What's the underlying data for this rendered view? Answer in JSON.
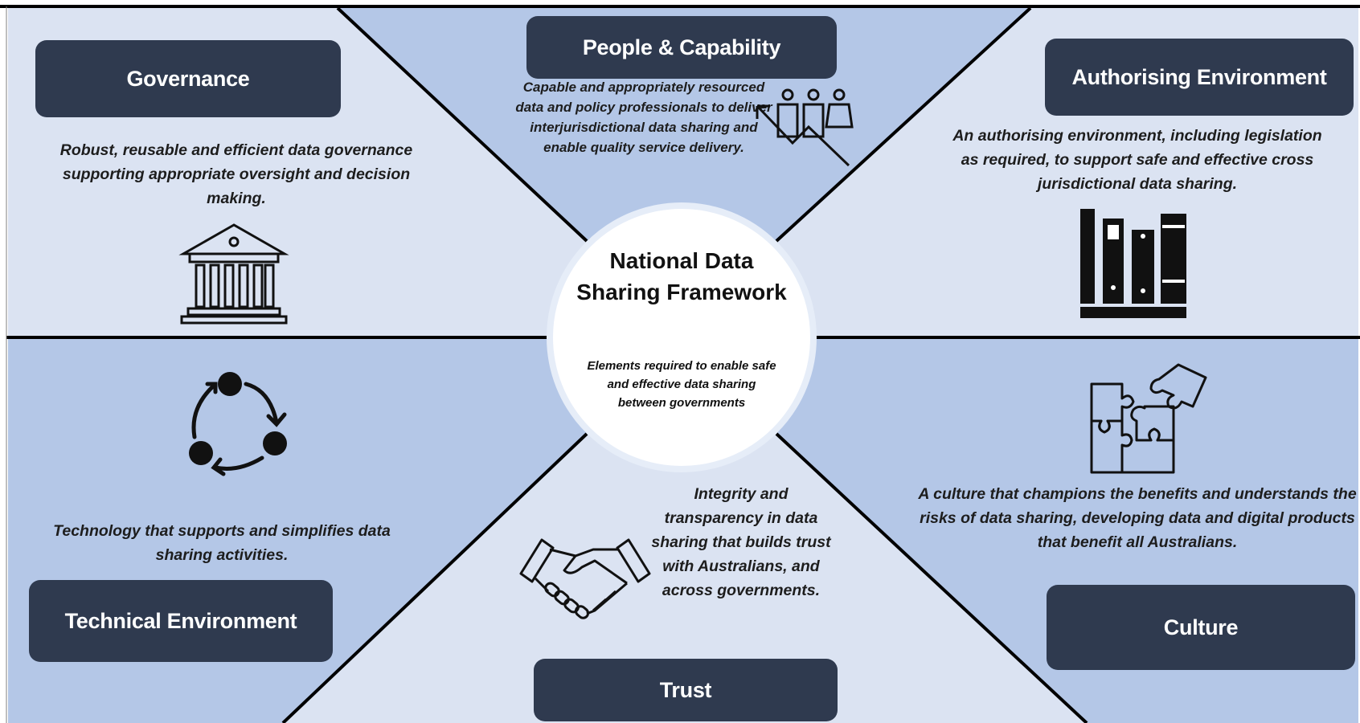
{
  "center": {
    "title": "National Data Sharing Framework",
    "subtitle": "Elements required to enable safe and effective data sharing between governments"
  },
  "elements": {
    "governance": {
      "title": "Governance",
      "description": "Robust, reusable and efficient data governance supporting appropriate oversight and decision making.",
      "icon": "government-building-icon"
    },
    "people_capability": {
      "title": "People & Capability",
      "description": "Capable and appropriately resourced data and policy professionals to deliver interjurisdictional data sharing and enable quality service delivery.",
      "icon": "people-growth-icon"
    },
    "authorising_environment": {
      "title": "Authorising Environment",
      "description": "An authorising environment, including legislation as required, to support safe and effective cross jurisdictional data sharing.",
      "icon": "books-icon"
    },
    "technical_environment": {
      "title": "Technical Environment",
      "description": "Technology that supports and simplifies data sharing activities.",
      "icon": "cycle-nodes-icon"
    },
    "trust": {
      "title": "Trust",
      "description": "Integrity and transparency in data sharing that builds trust with Australians, and across governments.",
      "icon": "handshake-icon"
    },
    "culture": {
      "title": "Culture",
      "description": "A culture that champions the benefits and understands the risks of data sharing, developing data and digital products that benefit all Australians.",
      "icon": "puzzle-icon"
    }
  },
  "colors": {
    "title_box": "#2f3a4f",
    "light_panel": "#dbe3f2",
    "medium_panel": "#b4c7e7",
    "divider": "#000000"
  }
}
